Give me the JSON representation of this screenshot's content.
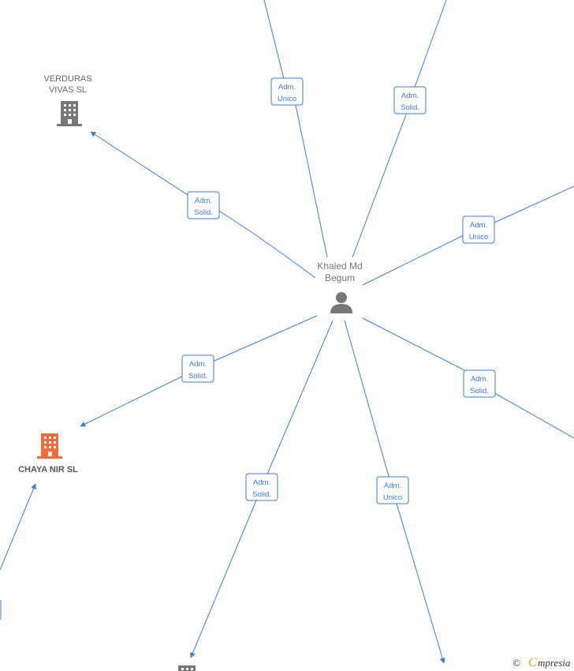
{
  "center_person": {
    "name_line1": "Khaled Md",
    "name_line2": "Begum",
    "icon": "person-icon",
    "icon_color": "#777777"
  },
  "companies": [
    {
      "id": "verduras",
      "name_line1": "VERDURAS",
      "name_line2": "VIVAS  SL",
      "icon": "building-icon",
      "color": "#777777"
    },
    {
      "id": "chaya",
      "name_line1": "CHAYA NIR  SL",
      "icon": "building-icon",
      "color": "#f26b38",
      "highlighted": true
    },
    {
      "id": "bottom-partial",
      "name_line1": "",
      "icon": "building-icon",
      "color": "#777777"
    }
  ],
  "relations": [
    {
      "id": "top-left",
      "label_line1": "Adm.",
      "label_line2": "Unico"
    },
    {
      "id": "top-right",
      "label_line1": "Adm.",
      "label_line2": "Solid."
    },
    {
      "id": "verduras",
      "label_line1": "Adm.",
      "label_line2": "Solid."
    },
    {
      "id": "right-upper",
      "label_line1": "Adm.",
      "label_line2": "Unico"
    },
    {
      "id": "chaya",
      "label_line1": "Adm.",
      "label_line2": "Solid."
    },
    {
      "id": "right-lower",
      "label_line1": "Adm.",
      "label_line2": "Solid."
    },
    {
      "id": "bottom-left",
      "label_line1": "Adm.",
      "label_line2": "Solid."
    },
    {
      "id": "bottom-right",
      "label_line1": "Adm.",
      "label_line2": "Unico"
    }
  ],
  "colors": {
    "edge": "#3b7dd8",
    "node_gray": "#777777",
    "node_highlight": "#f26b38"
  },
  "watermark": {
    "copyright_symbol": "©",
    "brand_initial": "C",
    "brand_rest": "mpresia"
  }
}
